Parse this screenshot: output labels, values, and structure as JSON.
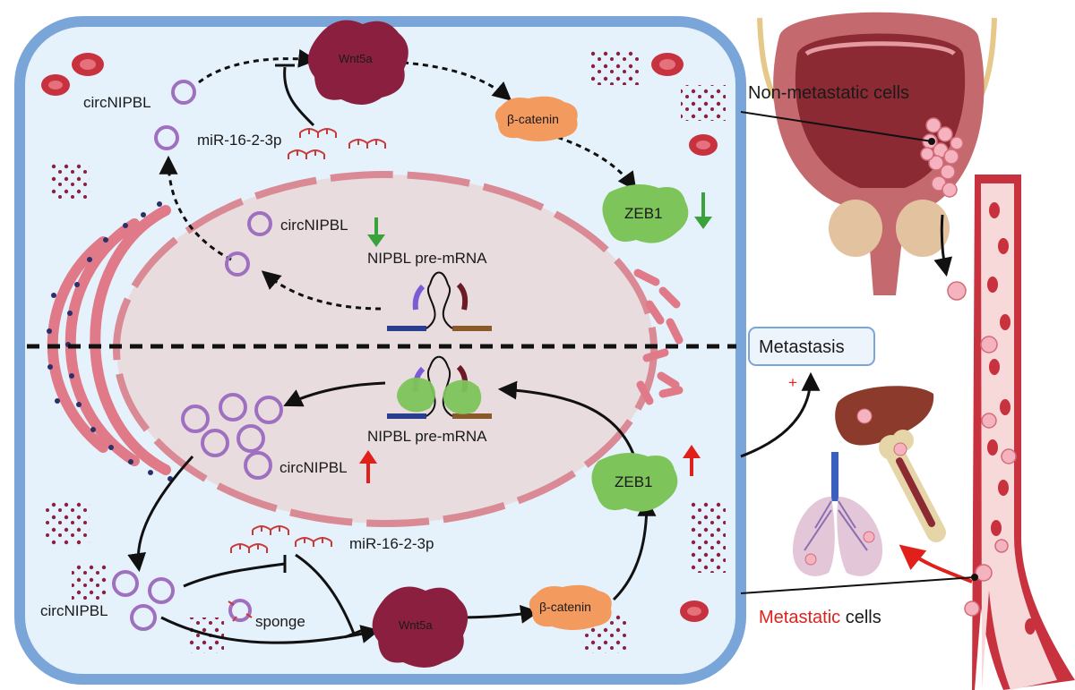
{
  "labels": {
    "circ_top_left": "circNIPBL",
    "mir_top": "miR-16-2-3p",
    "wnt_top": "Wnt5a",
    "bcat_top": "β-catenin",
    "zeb_top": "ZEB1",
    "circ_nucleus_top": "circNIPBL",
    "premrna_top": "NIPBL pre-mRNA",
    "premrna_bottom": "NIPBL pre-mRNA",
    "circ_bottom_cluster": "circNIPBL",
    "zeb_bottom": "ZEB1",
    "mir_bottom": "miR-16-2-3p",
    "circ_bottom_left": "circNIPBL",
    "sponge": "sponge",
    "wnt_bottom": "Wnt5a",
    "bcat_bottom": "β-catenin",
    "non_metastatic": "Non-metastatic cells",
    "metastasis_box": "Metastasis",
    "plus_sign": "+",
    "metastatic_red": "Metastatic",
    "metastatic_rest": " cells"
  },
  "colors": {
    "cell_border": "#7aa5d8",
    "cell_fill": "#e6f2fb",
    "nucleus_fill": "#e8dcdf",
    "er": "#e07a88",
    "circ": "#a070c0",
    "wnt": "#8b1f3f",
    "bcat": "#f39a5e",
    "zeb": "#7dc45a",
    "down_arrow": "#3aa23a",
    "up_arrow": "#e0201b",
    "vessel": "#c8323f"
  }
}
